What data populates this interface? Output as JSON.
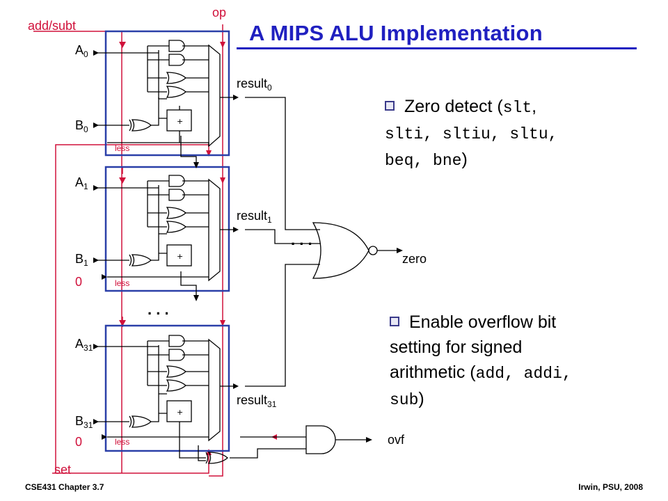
{
  "slide": {
    "title": "A MIPS ALU Implementation",
    "signals": {
      "add_subt": "add/subt",
      "op": "op",
      "set": "set",
      "less": "less",
      "zero_input": "0"
    },
    "bits": [
      {
        "a": "A",
        "b": "B",
        "sub": "0",
        "result": "result",
        "result_sub": "0"
      },
      {
        "a": "A",
        "b": "B",
        "sub": "1",
        "result": "result",
        "result_sub": "1"
      },
      {
        "a": "A",
        "b": "B",
        "sub": "31",
        "result": "result",
        "result_sub": "31"
      }
    ],
    "outputs": {
      "zero": "zero",
      "ovf": "ovf"
    },
    "dots": ". . .",
    "bullets": [
      {
        "prefix": "Zero detect (",
        "code1": "slt",
        "sep1": ", ",
        "code2": "slti, sltiu, sltu,",
        "code3": "beq",
        "sep2": ", ",
        "code4": "bne",
        "suffix": ")"
      },
      {
        "line1": "Enable overflow bit",
        "line2": "setting for signed",
        "line3_prefix": "arithmetic (",
        "code1": "add",
        "sep1": ", ",
        "code2": "addi",
        "sep2": ",",
        "code3": "sub",
        "suffix": ")"
      }
    ],
    "footer": {
      "left": "CSE431  Chapter 3.7",
      "right": "Irwin, PSU, 2008"
    },
    "colors": {
      "title": "#2020c0",
      "block": "#2a3fa8",
      "control": "#d0103a",
      "wire": "#000000"
    }
  }
}
